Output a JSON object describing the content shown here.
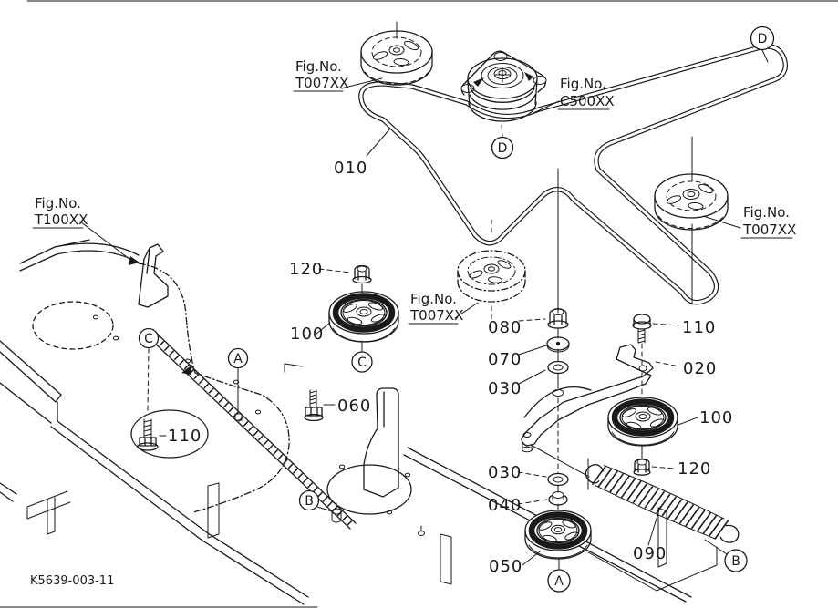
{
  "drawing": {
    "number": "K5639-003-11",
    "fig_prefix": "Fig.No.",
    "fig_codes": {
      "topleft_idler": "T007XX",
      "clutch": "C500XX",
      "right_idler": "T007XX",
      "center_idler": "T007XX",
      "deck": "T100XX"
    },
    "parts": {
      "p010": "010",
      "p020": "020",
      "p030": "030",
      "p040": "040",
      "p050": "050",
      "p060": "060",
      "p070": "070",
      "p080": "080",
      "p090": "090",
      "p100": "100",
      "p110": "110",
      "p120": "120"
    },
    "balloons": {
      "a": "A",
      "b": "B",
      "c": "C",
      "d": "D"
    },
    "colors": {
      "line": "#1a1a1a",
      "background": "#ffffff"
    }
  }
}
